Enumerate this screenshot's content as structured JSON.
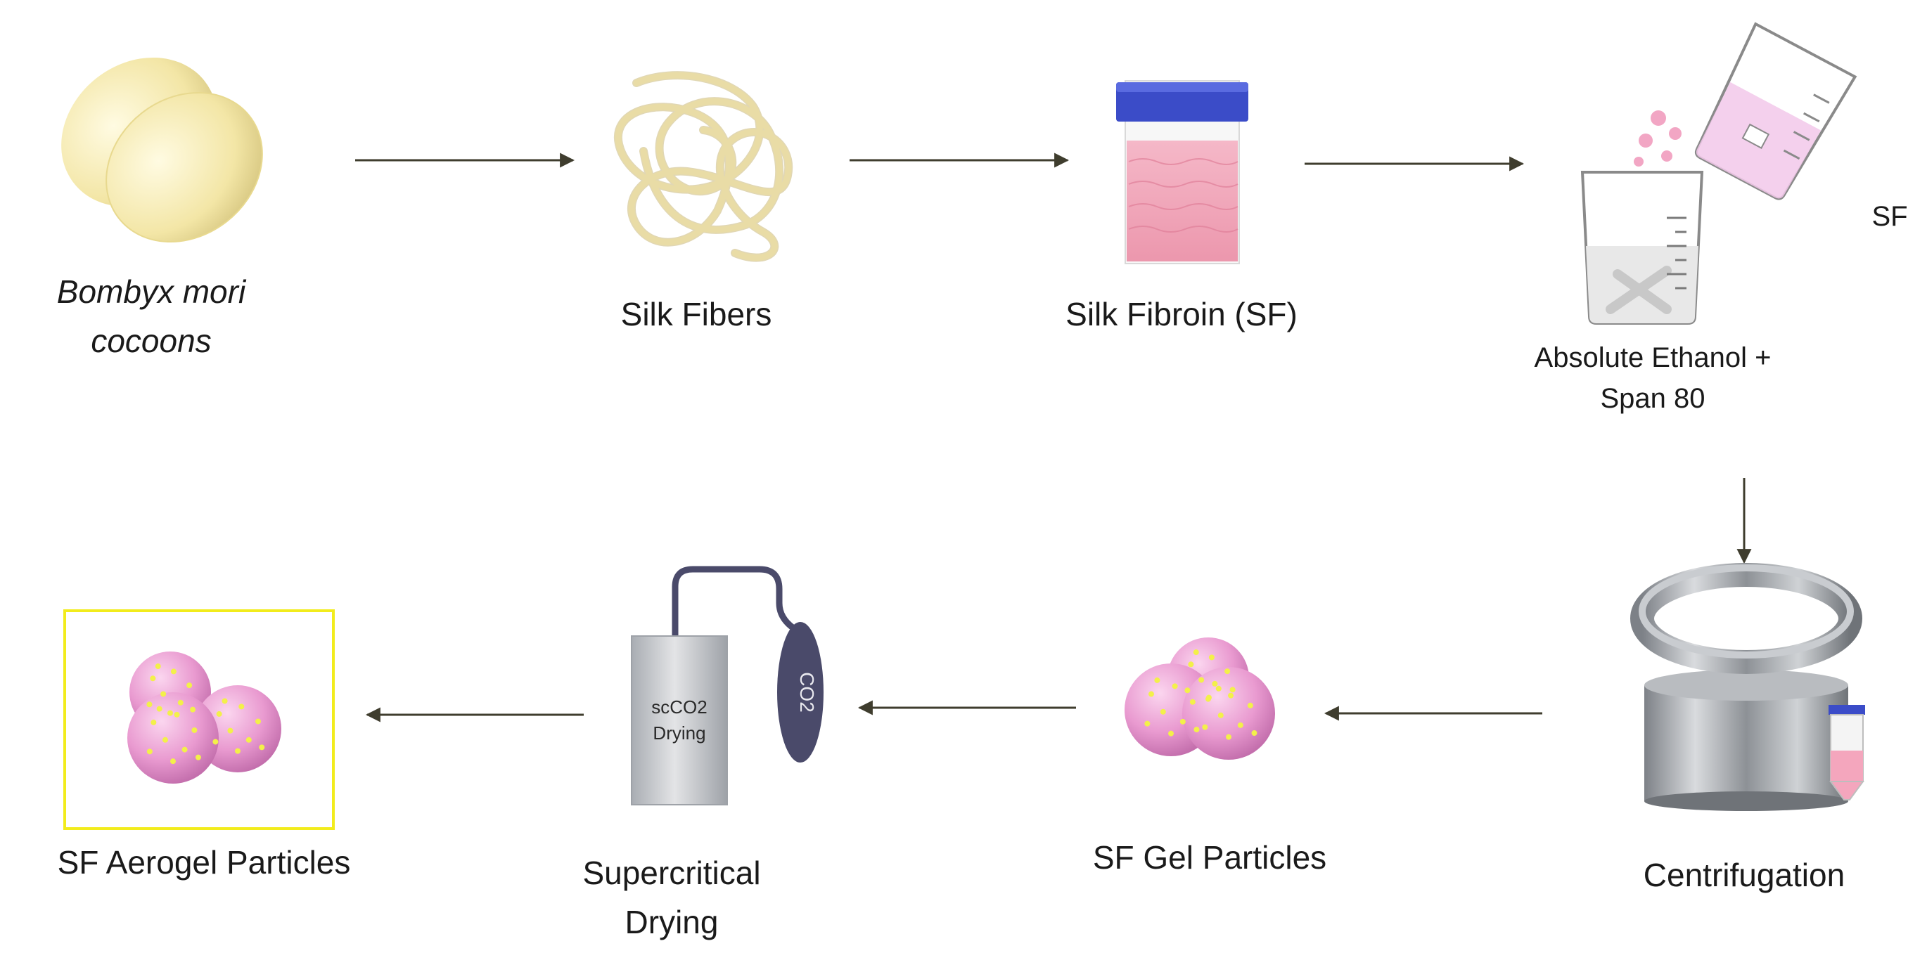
{
  "labels": {
    "cocoons_line1": "Bombyx mori",
    "cocoons_line2": "cocoons",
    "silk_fibers": "Silk Fibers",
    "silk_fibroin": "Silk Fibroin (SF)",
    "sf_side": "SF",
    "ethanol_line1": "Absolute Ethanol +",
    "ethanol_line2": "Span 80",
    "centrifugation": "Centrifugation",
    "gel_particles": "SF Gel Particles",
    "drying_line1": "Supercritical",
    "drying_line2": "Drying",
    "aerogel_particles": "SF Aerogel Particles"
  },
  "device": {
    "chamber_line1": "scCO2",
    "chamber_line2": "Drying",
    "tank_label": "CO2"
  },
  "colors": {
    "arrow": "#3f3d2e",
    "cocoon": "#f3e6a6",
    "fiber": "#e9dca6",
    "jar_cap": "#3b4cc8",
    "jar_body": "#f0a6b8",
    "particle": "#e99ad0",
    "particle_dot": "#f3f04a",
    "highlight_box": "#f2ec1c",
    "metal": "#9fa3a8",
    "tank": "#4a4a6a"
  }
}
